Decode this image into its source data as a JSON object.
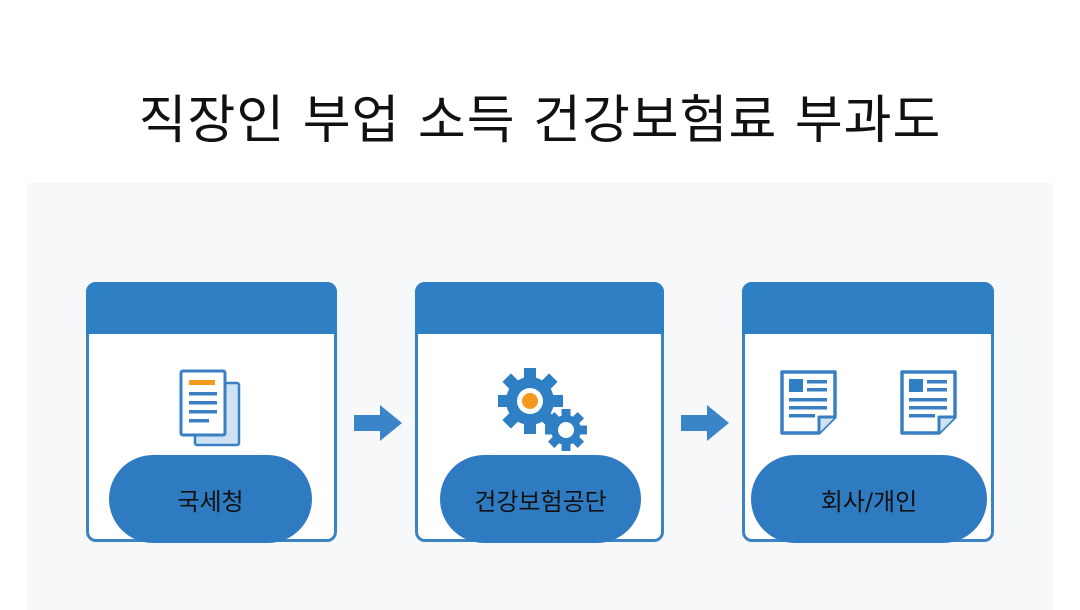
{
  "title": "직장인 부업 소득 건강보험료 부과도",
  "nodes": [
    {
      "label": "국세청",
      "icon": "document-stack-icon"
    },
    {
      "label": "건강보험공단",
      "icon": "gears-icon"
    },
    {
      "label": "회사/개인",
      "icon": "report-documents-icon"
    }
  ],
  "connectors": [
    "right-arrow-icon",
    "right-arrow-icon"
  ],
  "colors": {
    "primary": "#2f7fc4",
    "accent": "#f39a1e",
    "border": "#3c83c6"
  }
}
